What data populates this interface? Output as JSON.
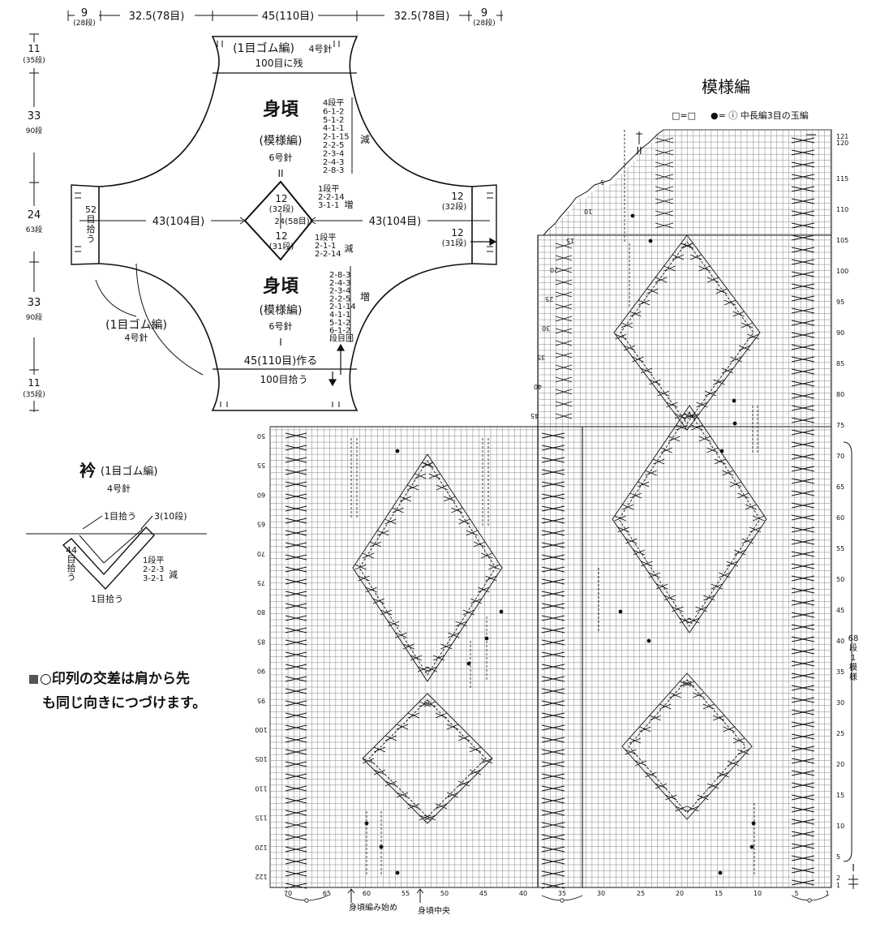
{
  "top_dims": {
    "d1": "9",
    "d1_sub": "(28段)",
    "d2": "32.5(78目)",
    "d3": "45(110目)",
    "d4": "32.5(78目)",
    "d5": "9",
    "d5_sub": "(28段)"
  },
  "left_dims": {
    "a": "11",
    "a_sub": "(35段)",
    "b": "33",
    "b_sub": "90段",
    "c": "24",
    "c_sub": "63段",
    "d": "33",
    "d_sub": "90段",
    "e": "11",
    "e_sub": "(35段)"
  },
  "schematic": {
    "rib_top_label": "(1目ゴム編)",
    "rib_top_needle": "4号針",
    "top_keep": "100目に残",
    "body_upper_title": "身頃",
    "body_upper_pattern": "(模様編)",
    "body_upper_needle": "6号針",
    "roman_upper": "II",
    "roman_lower": "I",
    "upper_dec_table": [
      "4段平",
      "6-1-2",
      "5-1-2",
      "4-1-1",
      "2-1-15",
      "2-2-5",
      "2-3-4",
      "2-4-3",
      "2-8-3"
    ],
    "dec_label": "減",
    "inc_label": "増",
    "left_width": "43(104目)",
    "right_width": "43(104目)",
    "diamond_top": "12",
    "diamond_top_sub": "(32段)",
    "diamond_bottom": "12",
    "diamond_bottom_sub": "(31段)",
    "diamond_mid": "24(58目)",
    "diamond_inc": [
      "1段平",
      "2-2-14",
      "3-1-1"
    ],
    "diamond_dec": [
      "1段平",
      "2-1-1",
      "2-2-14"
    ],
    "right_upper": "12",
    "right_upper_sub": "(32段)",
    "right_lower": "12",
    "right_lower_sub": "(31段)",
    "left_pick": [
      "52",
      "目",
      "拾",
      "う"
    ],
    "lower_inc_table": [
      "2-8-3",
      "2-4-3",
      "2-3-4",
      "2-2-5",
      "2-1-14",
      "4-1-1",
      "5-1-2",
      "6-1-2",
      "段目回"
    ],
    "body_lower_title": "身頃",
    "body_lower_pattern": "(模様編)",
    "body_lower_needle": "6号針",
    "cast_on": "45(110目)作る",
    "pick_bottom": "100目拾う",
    "rib_left_label": "(1目ゴム編)",
    "rib_left_needle": "4号針"
  },
  "collar": {
    "title": "衿",
    "title_sub": "(1目ゴム編)",
    "needle": "4号針",
    "pick1": "1目拾う",
    "size": "3(10段)",
    "left_pick": [
      "44",
      "目",
      "拾",
      "う"
    ],
    "dec_rows": [
      "1段平",
      "2-2-3",
      "3-2-1"
    ],
    "dec_label": "減",
    "pick_bottom": "1目拾う"
  },
  "note": {
    "line1": "○印列の交差は肩から先",
    "line2": "も同じ向きにつづけます。"
  },
  "chart": {
    "title": "模様編",
    "legend_blank": "□=□",
    "legend_dot": "●= ⓘ 中長編3目の玉編",
    "right_rows": [
      "121",
      "120",
      "115",
      "110",
      "105",
      "100",
      "95",
      "90",
      "85",
      "80",
      "75",
      "70",
      "65",
      "60",
      "55",
      "50",
      "45",
      "40",
      "35",
      "30",
      "25",
      "20",
      "15",
      "10",
      "5",
      "2",
      "1"
    ],
    "right_roman_top": "II",
    "right_roman_bottom": "I",
    "repeat_label": [
      "68",
      "段",
      "1",
      "模",
      "様"
    ],
    "upper_left_rows": [
      "5",
      "10",
      "15",
      "20",
      "25",
      "30",
      "35",
      "40",
      "45"
    ],
    "left_rows": [
      "50",
      "55",
      "60",
      "65",
      "70",
      "75",
      "80",
      "85",
      "90",
      "95",
      "100",
      "105",
      "110",
      "115",
      "120",
      "122"
    ],
    "bottom_cols": [
      "70",
      "65",
      "60",
      "55",
      "50",
      "45",
      "40",
      "35",
      "30",
      "25",
      "20",
      "15",
      "10",
      "5",
      "1"
    ],
    "start_label": "身頃編み始め",
    "center_label": "身頃中央"
  }
}
